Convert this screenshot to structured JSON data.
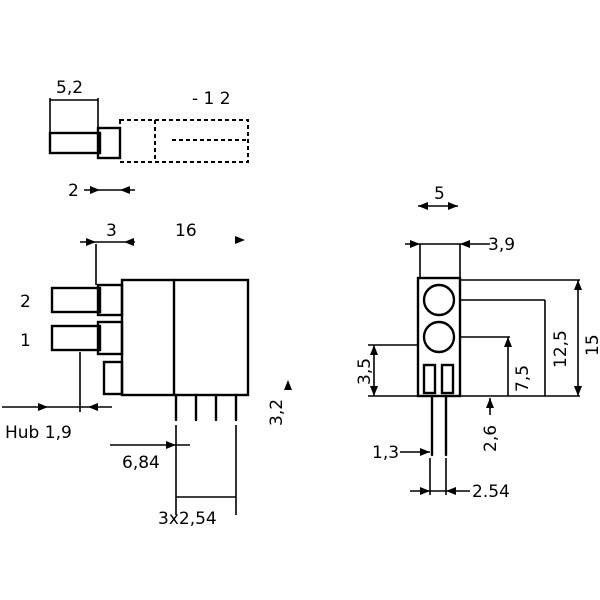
{
  "top_view": {
    "dim_5_2": "5,2",
    "dim_2": "2",
    "legend_top": "- 1 2"
  },
  "side_view": {
    "dim_3": "3",
    "dim_16": "16",
    "pin_2": "2",
    "pin_1": "1",
    "hub": "Hub 1,9",
    "dim_6_84": "6,84",
    "dim_3x2_54": "3x2,54",
    "dim_3_2": "3,2"
  },
  "front_view": {
    "dim_5": "5",
    "dim_3_9": "3,9",
    "dim_12_5": "12,5",
    "dim_15": "15",
    "dim_7_5": "7,5",
    "dim_3_5": "3,5",
    "dim_2_6": "2,6",
    "dim_1_3": "1,3",
    "dim_2_54": "2.54"
  }
}
